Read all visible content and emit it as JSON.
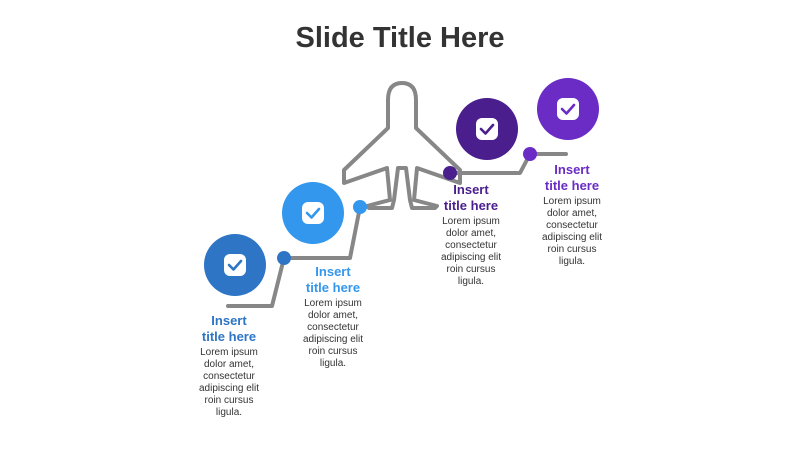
{
  "title": "Slide Title Here",
  "colors": {
    "connector": "#878787",
    "text": "#333333"
  },
  "icons": {
    "center": "airplane-icon",
    "step": "check-icon"
  },
  "steps": [
    {
      "title_line1": "Insert",
      "title_line2": "title here",
      "body": [
        "Lorem ipsum",
        "dolor amet,",
        "consectetur",
        "adipiscing elit",
        "roin cursus",
        "ligula."
      ],
      "color": "#2E75C5"
    },
    {
      "title_line1": "Insert",
      "title_line2": "title here",
      "body": [
        "Lorem ipsum",
        "dolor amet,",
        "consectetur",
        "adipiscing elit",
        "roin cursus",
        "ligula."
      ],
      "color": "#3397EE"
    },
    {
      "title_line1": "Insert",
      "title_line2": "title here",
      "body": [
        "Lorem ipsum",
        "dolor amet,",
        "consectetur",
        "adipiscing elit",
        "roin cursus",
        "ligula."
      ],
      "color": "#4A1E8C"
    },
    {
      "title_line1": "Insert",
      "title_line2": "title here",
      "body": [
        "Lorem ipsum",
        "dolor amet,",
        "consectetur",
        "adipiscing elit",
        "roin cursus",
        "ligula."
      ],
      "color": "#6A2CC4"
    }
  ]
}
